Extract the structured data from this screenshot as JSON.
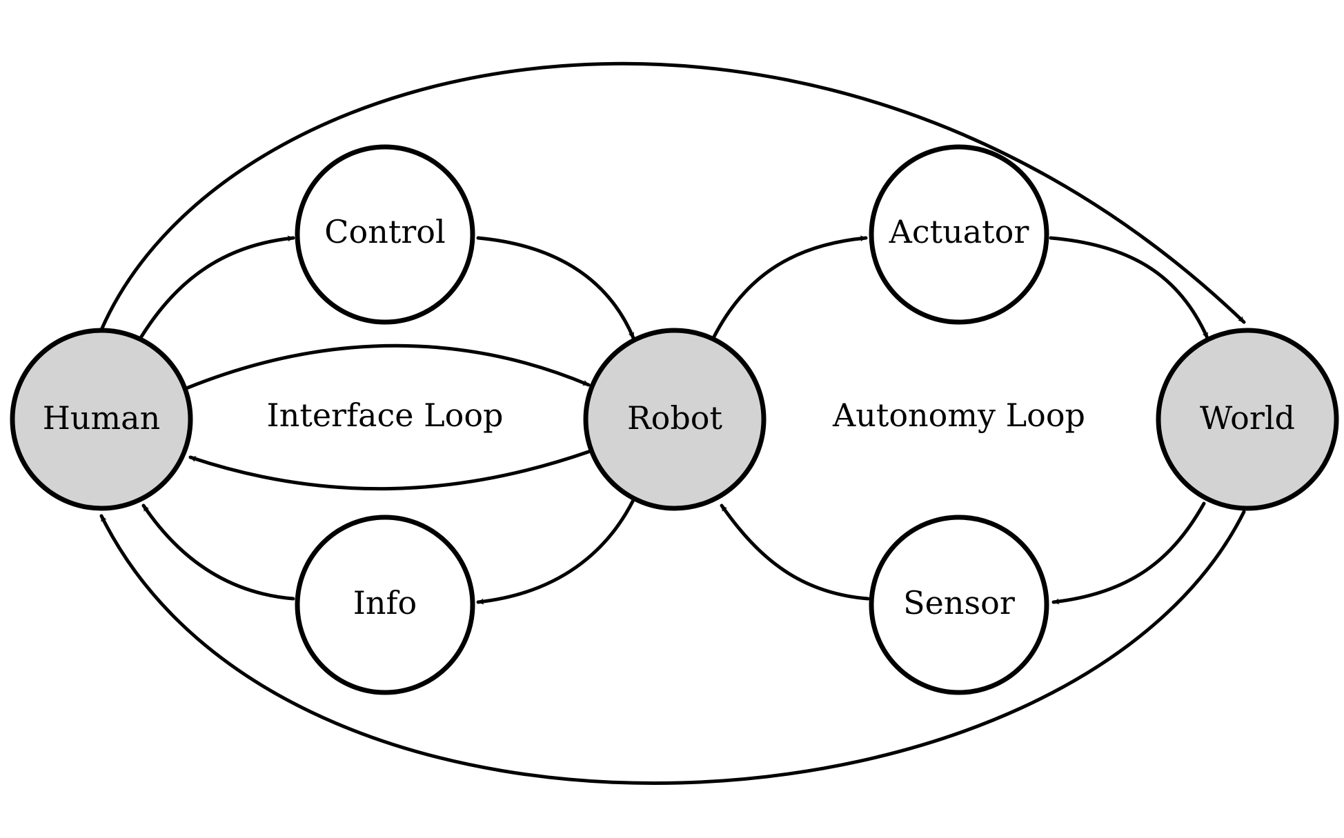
{
  "nodes": {
    "human": {
      "label": "Human",
      "fill": "#d3d3d3"
    },
    "robot": {
      "label": "Robot",
      "fill": "#d3d3d3"
    },
    "world": {
      "label": "World",
      "fill": "#d3d3d3"
    },
    "control": {
      "label": "Control",
      "fill": "#ffffff"
    },
    "info": {
      "label": "Info",
      "fill": "#ffffff"
    },
    "actuator": {
      "label": "Actuator",
      "fill": "#ffffff"
    },
    "sensor": {
      "label": "Sensor",
      "fill": "#ffffff"
    }
  },
  "loops": {
    "interface": "Interface Loop",
    "autonomy": "Autonomy Loop"
  },
  "edges": [
    {
      "from": "human",
      "to": "control"
    },
    {
      "from": "control",
      "to": "robot"
    },
    {
      "from": "human",
      "to": "robot"
    },
    {
      "from": "robot",
      "to": "human"
    },
    {
      "from": "robot",
      "to": "info"
    },
    {
      "from": "info",
      "to": "human"
    },
    {
      "from": "robot",
      "to": "actuator"
    },
    {
      "from": "actuator",
      "to": "world"
    },
    {
      "from": "world",
      "to": "sensor"
    },
    {
      "from": "sensor",
      "to": "robot"
    },
    {
      "from": "human",
      "to": "world"
    },
    {
      "from": "world",
      "to": "human"
    }
  ]
}
